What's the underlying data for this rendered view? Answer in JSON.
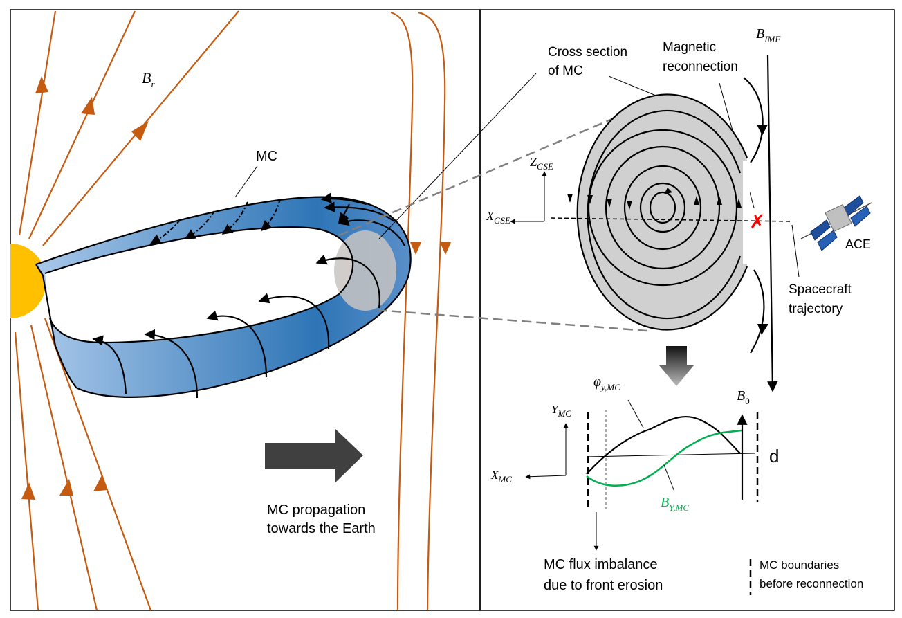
{
  "labels": {
    "br": "B",
    "br_sub": "r",
    "mc": "MC",
    "propagation_line1": "MC propagation",
    "propagation_line2": "towards the Earth",
    "cross_section_line1": "Cross section",
    "cross_section_line2": "of MC",
    "reconnection_line1": "Magnetic",
    "reconnection_line2": "reconnection",
    "bimf": "B",
    "bimf_sub": "IMF",
    "zgse": "Z",
    "zgse_sub": "GSE",
    "xgse": "X",
    "xgse_sub": "GSE",
    "ace": "ACE",
    "trajectory_line1": "Spacecraft",
    "trajectory_line2": "trajectory",
    "phi": "φ",
    "phi_sub": "y,MC",
    "b0": "B",
    "b0_sub": "0",
    "ymc": "Y",
    "ymc_sub": "MC",
    "xmc": "X",
    "xmc_sub": "MC",
    "d": "d",
    "bymc": "B",
    "bymc_sub": "Y,MC",
    "imbalance_line1": "MC flux imbalance",
    "imbalance_line2": "due to front erosion",
    "boundaries_line1": "MC boundaries",
    "boundaries_line2": "before reconnection"
  },
  "colors": {
    "field_lines": "#c55a11",
    "sun": "#ffc000",
    "flux_rope_light": "#a9c8ea",
    "flux_rope_dark": "#2e75b6",
    "cross_section": "#d0d0d0",
    "reconnection_mark": "#ff0000",
    "by_curve": "#00b050",
    "arrow_gray": "#404040"
  }
}
